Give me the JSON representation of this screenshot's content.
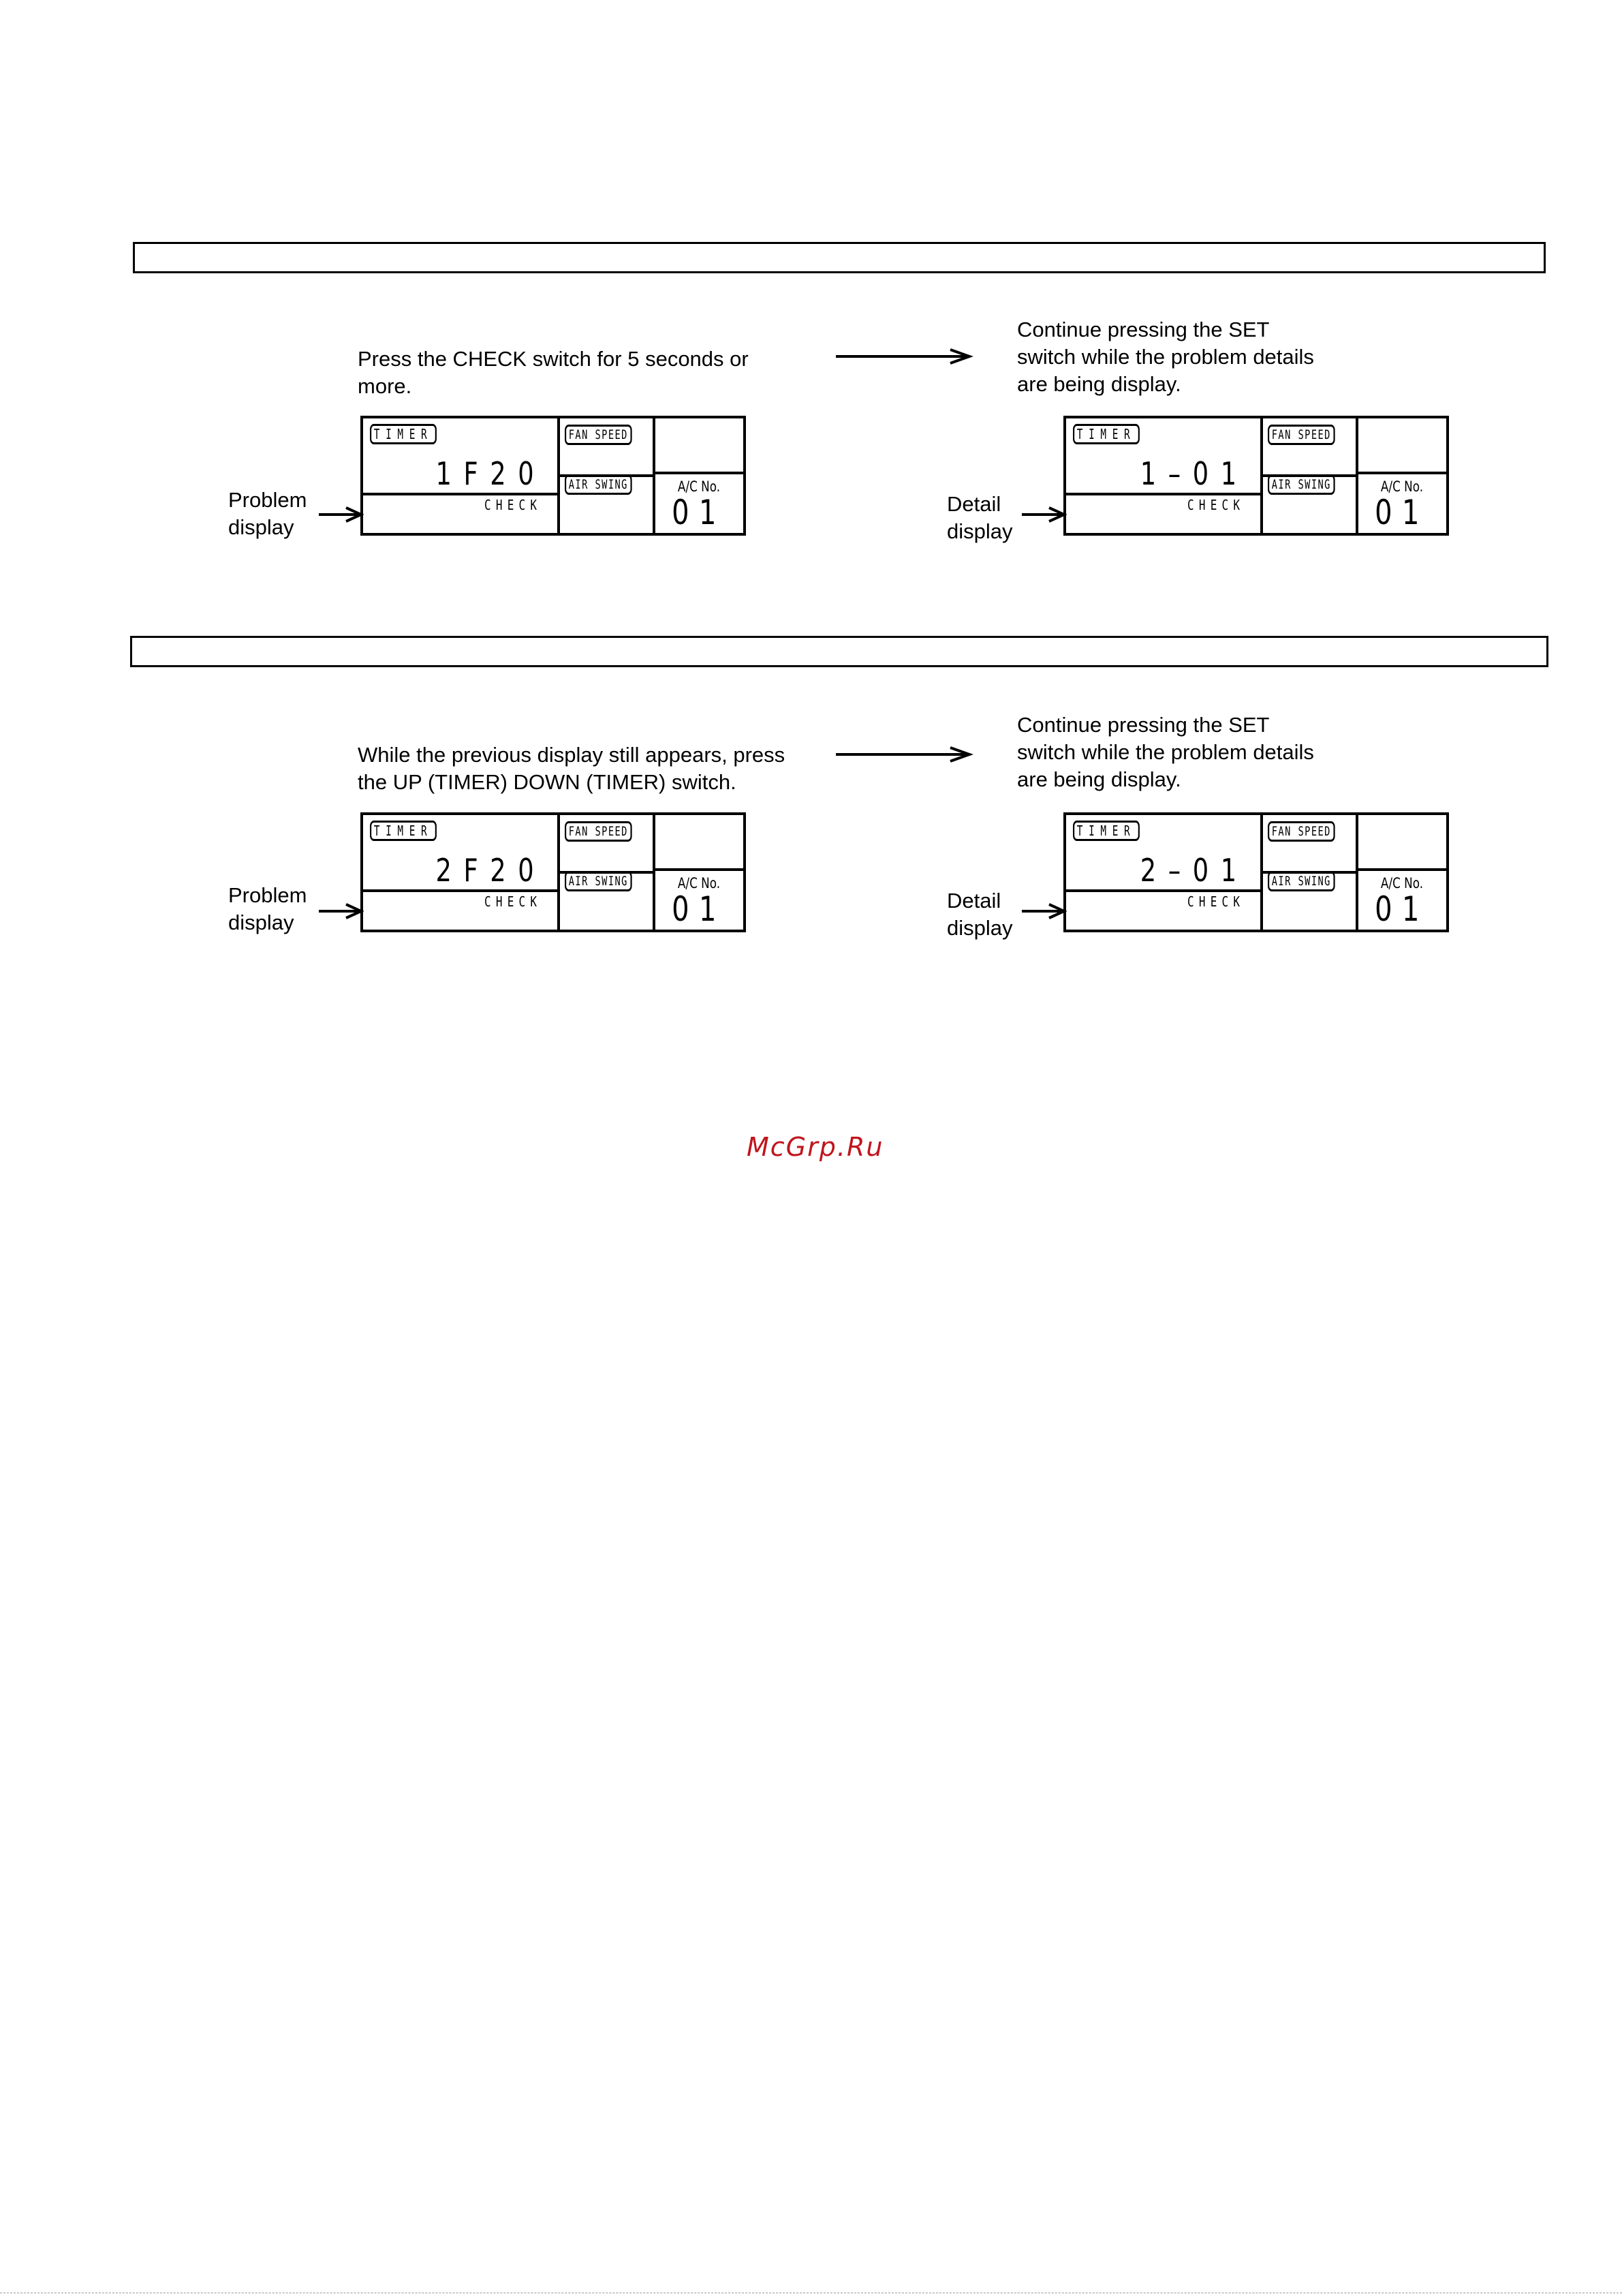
{
  "sections": [
    {
      "instruction": "Press the CHECK switch for 5 seconds or\nmore.",
      "continue_text": "Continue pressing the SET\nswitch while the problem details\nare being display.",
      "problem_label": "Problem\ndisplay",
      "detail_label": "Detail\ndisplay",
      "problem_panel": {
        "timer_tag": "TIMER",
        "fan_tag": "FAN SPEED",
        "air_tag": "AIR SWING",
        "code": "1F20",
        "check": "CHECK",
        "ac_label": "A/C No.",
        "ac_number": "01"
      },
      "detail_panel": {
        "timer_tag": "TIMER",
        "fan_tag": "FAN SPEED",
        "air_tag": "AIR SWING",
        "code": "1–01",
        "check": "CHECK",
        "ac_label": "A/C No.",
        "ac_number": "01"
      }
    },
    {
      "instruction": "While the previous display still appears, press\nthe UP (TIMER) DOWN (TIMER) switch.",
      "continue_text": "Continue pressing the SET\nswitch while the problem details\nare being display.",
      "problem_label": "Problem\ndisplay",
      "detail_label": "Detail\ndisplay",
      "problem_panel": {
        "timer_tag": "TIMER",
        "fan_tag": "FAN SPEED",
        "air_tag": "AIR SWING",
        "code": "2F20",
        "check": "CHECK",
        "ac_label": "A/C No.",
        "ac_number": "01"
      },
      "detail_panel": {
        "timer_tag": "TIMER",
        "fan_tag": "FAN SPEED",
        "air_tag": "AIR SWING",
        "code": "2–01",
        "check": "CHECK",
        "ac_label": "A/C No.",
        "ac_number": "01"
      }
    }
  ],
  "watermark": "McGrp.Ru",
  "colors": {
    "watermark": "#c0151c",
    "line": "#000000"
  }
}
